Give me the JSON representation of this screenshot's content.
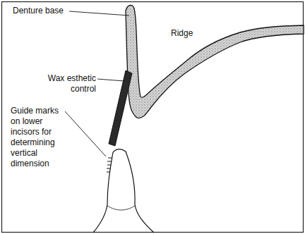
{
  "diagram": {
    "labels": [
      "Denture base",
      "Ridge",
      "Wax esthetic control",
      "Guide marks on lower incisors for determining vertical dimension"
    ]
  }
}
